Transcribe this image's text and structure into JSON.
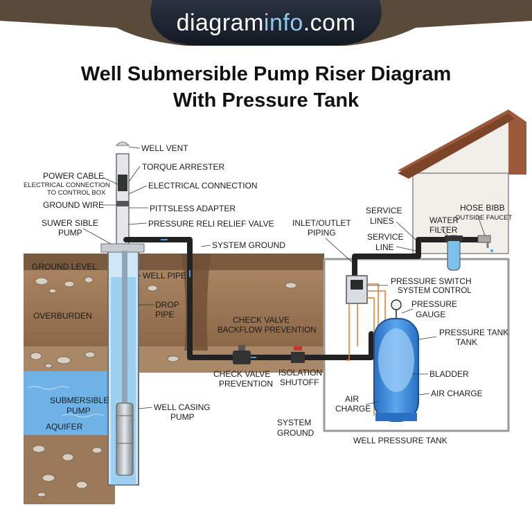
{
  "header": {
    "brand_main": "diagram",
    "brand_accent": "info",
    "brand_tail": ".com",
    "title_line1": "Well Submersible Pump Riser Diagram",
    "title_line2": "With Pressure Tank"
  },
  "labels": {
    "well_vent": "WELL VENT",
    "torque_arrester": "TORQUE ARRESTER",
    "power_cable": "POWER CABLE",
    "electrical_connection_to_box": "ELECTRICAL CONNECTION",
    "to_control_box": "TO CONTROL BOX",
    "electrical_connection": "ELECTRICAL CONNECTION",
    "ground_wire": "GROUND WIRE",
    "pitless_adapter": "PITTSLESS ADAPTER",
    "submersible_pump_top_1": "SUWER SIBLE",
    "submersible_pump_top_2": "PUMP",
    "pressure_relief_valve": "PRESSURE RELI RELIEF VALVE",
    "inlet_outlet_1": "INLET/OUTLET",
    "inlet_outlet_2": "PIPING",
    "service_lines_1": "SERVICE",
    "service_lines_2": "LINES",
    "service_line_1": "SERVICE",
    "service_line_2": "LINE",
    "water_filter_1": "WATER",
    "water_filter_2": "FILTER",
    "hose_bibb": "HOSE BIBB",
    "outside_faucet": "OUTSIDE FAUCET",
    "system_ground_top": "SYSTEM GROUND",
    "ground_level": "GROUND LEVEL",
    "well_pipe": "WELL PIPE",
    "overburden": "OVERBURDEN",
    "drop_pipe_1": "DROP",
    "drop_pipe_2": "PIPE",
    "check_valve_mid_1": "CHECK VALVE",
    "check_valve_mid_2": "BACKFLOW PREVENTION",
    "pressure_switch_1": "PRESSURE SWITCH",
    "pressure_switch_2": "SYSTEM CONTROL",
    "pressure_gauge_1": "PRESSURE",
    "pressure_gauge_2": "GAUGE",
    "pressure_tank_1": "PRESSURE TANK",
    "pressure_tank_2": "TANK",
    "check_valve_bottom_1": "CHECK VALVE",
    "check_valve_bottom_2": "PREVENTION",
    "isolation_1": "ISOLATION",
    "isolation_2": "SHUTOFF",
    "bladder": "BLADDER",
    "air_charge_left_1": "AIR",
    "air_charge_left_2": "CHARGE",
    "air_charge_right": "AIR CHARGE",
    "submersible_pump_1": "SUBMERSIBLE",
    "submersible_pump_2": "PUMP",
    "well_casing_1": "WELL CASING",
    "well_casing_2": "PUMP",
    "aquifer": "AQUIFER",
    "system_ground_bottom_1": "SYSTEM",
    "system_ground_bottom_2": "GROUND",
    "well_pressure_tank": "WELL PRESSURE TANK"
  },
  "colors": {
    "water": "#7cc0ec",
    "pipe": "#222222",
    "tank": "#3b8fe0",
    "wire": "#e07a2e",
    "soil": "#8a6a4a",
    "roof": "#9c5a3a"
  }
}
